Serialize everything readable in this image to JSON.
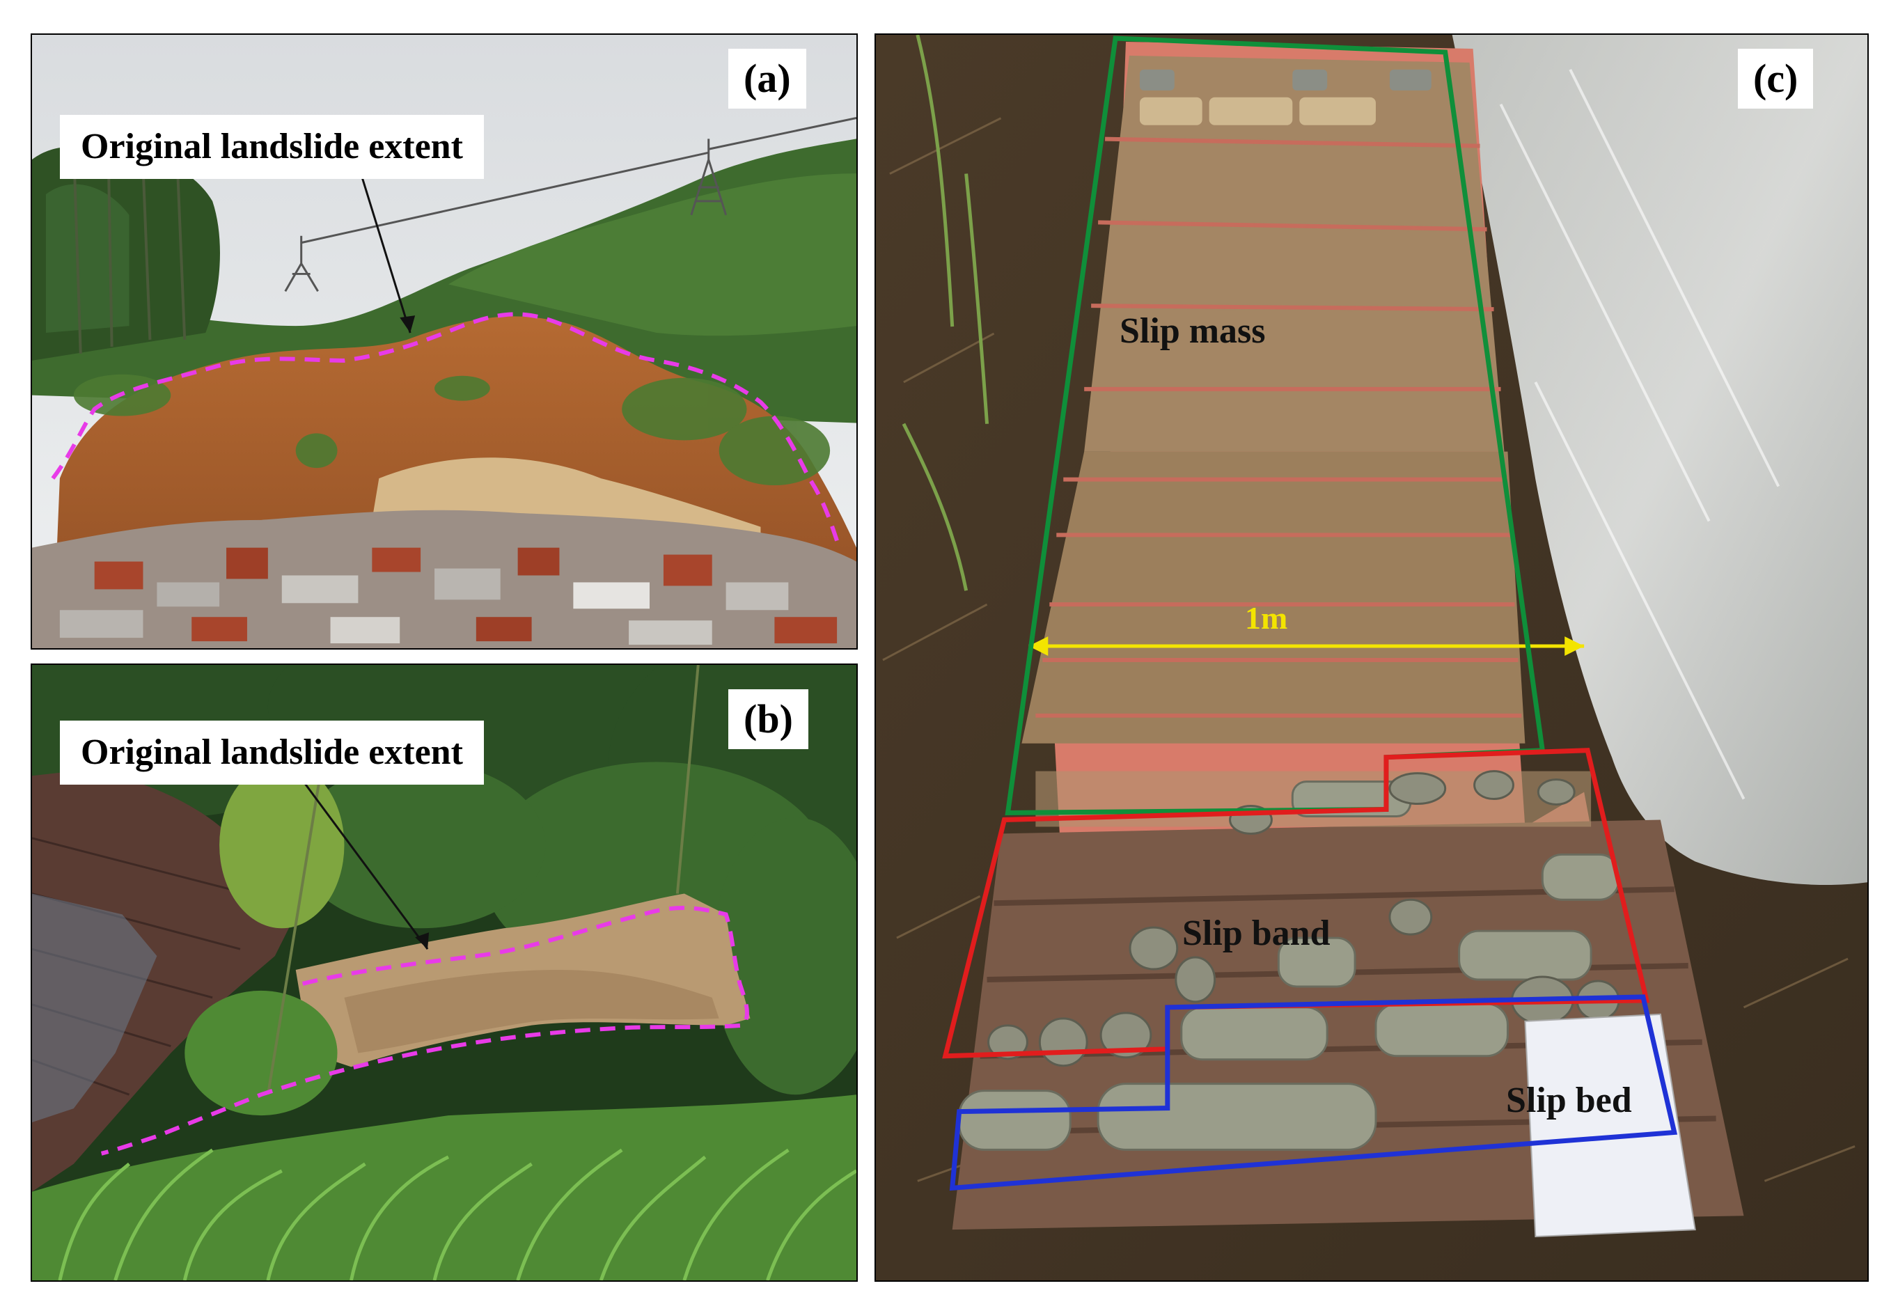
{
  "figure": {
    "panels": [
      {
        "id": "a",
        "label": "(a)",
        "callout": "Original landslide extent",
        "scene": "cleared landslide slope with pile of brick and concrete rubble, bamboo trees and power pylons"
      },
      {
        "id": "b",
        "label": "(b)",
        "callout": "Original landslide extent",
        "scene": "vegetated landslide scar behind a tiled roof with tall grass in foreground"
      },
      {
        "id": "c",
        "label": "(c)",
        "scene": "drill core boxes laid out on the ground next to plastic sheeting",
        "zones": {
          "slip_mass": "Slip mass",
          "slip_band": "Slip band",
          "slip_bed": "Slip bed",
          "scale": "1m"
        }
      }
    ],
    "colors": {
      "outline_dashed": "#e83be8",
      "slip_mass_outline": "#0f8f3a",
      "slip_band_outline": "#e11d1d",
      "slip_bed_outline": "#1f32d6",
      "scale_bar": "#f3e400"
    }
  }
}
